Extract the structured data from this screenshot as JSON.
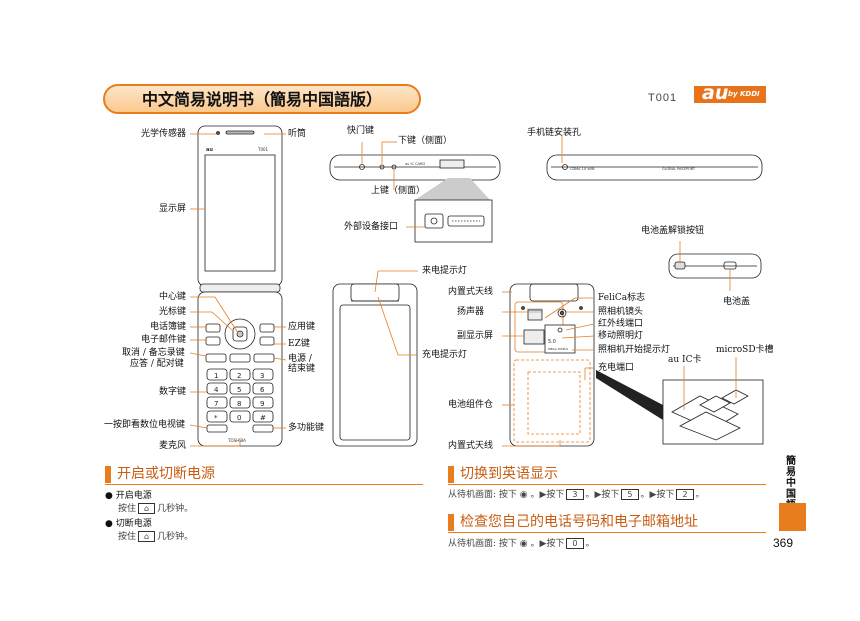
{
  "header": {
    "title": "中文简易说明书（簡易中国語版）",
    "model": "T001",
    "logo_main": "au",
    "logo_sub": "by KDDI",
    "accent_color": "#e87d1e"
  },
  "labels": {
    "light_sensor": "光学传感器",
    "earpiece": "听筒",
    "display": "显示屏",
    "shutter_key": "快门键",
    "down_key": "下键（侧面）",
    "up_key": "上键（侧面）",
    "external_port": "外部设备接口",
    "strap_hole": "手机链安装孔",
    "battery_release": "电池盖解锁按钮",
    "battery_cover": "电池盖",
    "charge_light_top": "来电提示灯",
    "center_key": "中心键",
    "cursor_key": "光标键",
    "phonebook_key": "电话簿键",
    "email_key": "电子邮件键",
    "cancel_key_1": "取消 / 备忘录键",
    "cancel_key_2": "应答 / 配对键",
    "number_keys": "数字键",
    "tv_key": "一按即看数位电视键",
    "microphone": "麦克风",
    "app_key": "应用键",
    "ez_key": "EZ键",
    "power_key_1": "电源 /",
    "power_key_2": "结束键",
    "multi_key": "多功能键",
    "internal_antenna_top": "内置式天线",
    "speaker": "扬声器",
    "sub_display": "副显示屏",
    "charge_light": "充电提示灯",
    "battery_compartment": "电池组件仓",
    "internal_antenna_bottom": "内置式天线",
    "felica": "FeliCa标志",
    "camera_lens": "照相机镜头",
    "ir_port": "红外线端口",
    "mobile_light": "移动照明灯",
    "camera_light": "照相机开始提示灯",
    "charge_port": "充电端口",
    "au_ic_card": "au IC卡",
    "microsd_slot": "microSD卡槽"
  },
  "sections": {
    "power": {
      "title": "开启或切断电源",
      "item1": "开启电源",
      "item1_text_a": "按住",
      "item1_key": "⌂",
      "item1_text_b": "几秒钟。",
      "item2": "切断电源",
      "item2_text_a": "按住",
      "item2_key": "⌂",
      "item2_text_b": "几秒钟。"
    },
    "english": {
      "title": "切换到英语显示",
      "prefix": "从待机画面: 按下",
      "sep": "。▶按下",
      "keys": [
        "3",
        "5",
        "2"
      ],
      "end": "。"
    },
    "myinfo": {
      "title": "检查您自己的电话号码和电子邮箱地址",
      "prefix": "从待机画面: 按下",
      "sep": "。▶按下",
      "key": "0",
      "end": "。"
    }
  },
  "side": {
    "tab": "簡易中国語",
    "page": "369"
  }
}
